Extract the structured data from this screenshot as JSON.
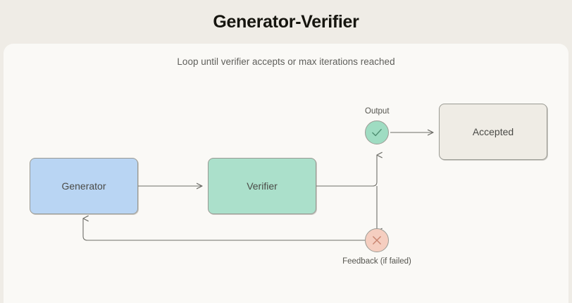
{
  "header": {
    "title": "Generator-Verifier"
  },
  "diagram": {
    "caption": "Loop until verifier accepts or max iterations reached",
    "nodes": {
      "generator": {
        "label": "Generator",
        "color": "#b9d5f3"
      },
      "verifier": {
        "label": "Verifier",
        "color": "#abe0cb"
      },
      "accepted": {
        "label": "Accepted",
        "color": "#efece5"
      },
      "output": {
        "label": "Output",
        "icon": "check-icon",
        "color": "#9fdcc2"
      },
      "feedback": {
        "label": "Feedback (if failed)",
        "icon": "cross-icon",
        "color": "#f5cec0"
      }
    },
    "edges": [
      {
        "from": "generator",
        "to": "verifier"
      },
      {
        "from": "verifier",
        "to": "output"
      },
      {
        "from": "verifier",
        "to": "feedback"
      },
      {
        "from": "output",
        "to": "accepted"
      },
      {
        "from": "feedback",
        "to": "generator"
      }
    ],
    "colors": {
      "page_background": "#efece6",
      "card_background": "#faf9f6",
      "edge_stroke": "#6e6e68",
      "node_border": "#9a9a93",
      "check_stroke": "#4f8f72",
      "cross_stroke": "#c98570"
    }
  }
}
